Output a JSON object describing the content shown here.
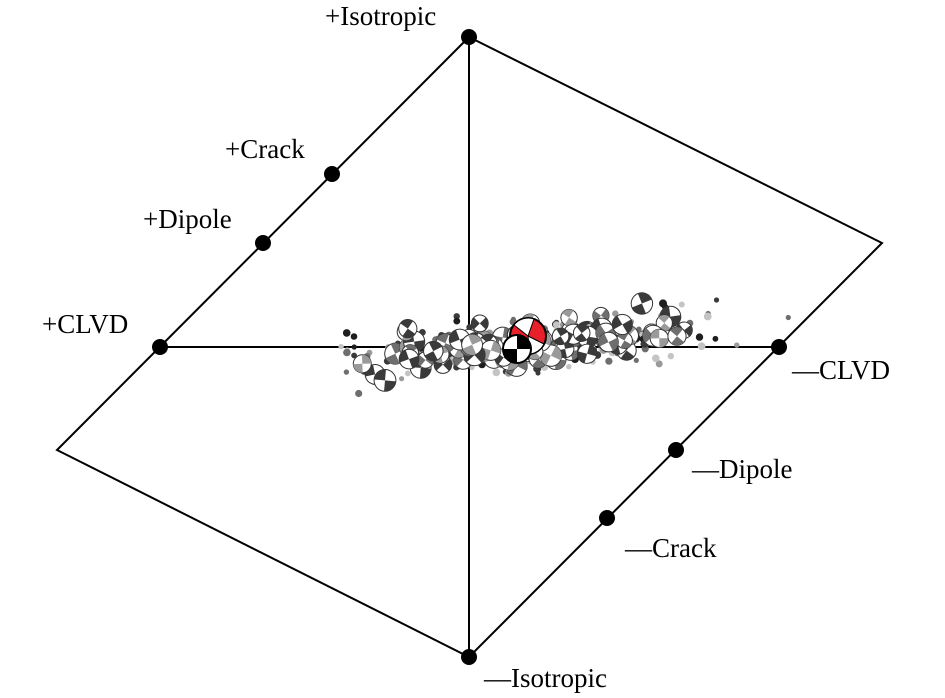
{
  "diagram": {
    "type": "Hudson source-type plot",
    "labels": {
      "pos_iso": "+Isotropic",
      "neg_iso": "—Isotropic",
      "pos_crack": "+Crack",
      "neg_crack": "—Crack",
      "pos_dipole": "+Dipole",
      "neg_dipole": "—Dipole",
      "pos_clvd": "+CLVD",
      "neg_clvd": "—CLVD"
    },
    "colors": {
      "highlight_event": "#e8202a",
      "beachball_dark": "#3a3a3a",
      "scatter_gray": "#9a9a9a"
    }
  }
}
